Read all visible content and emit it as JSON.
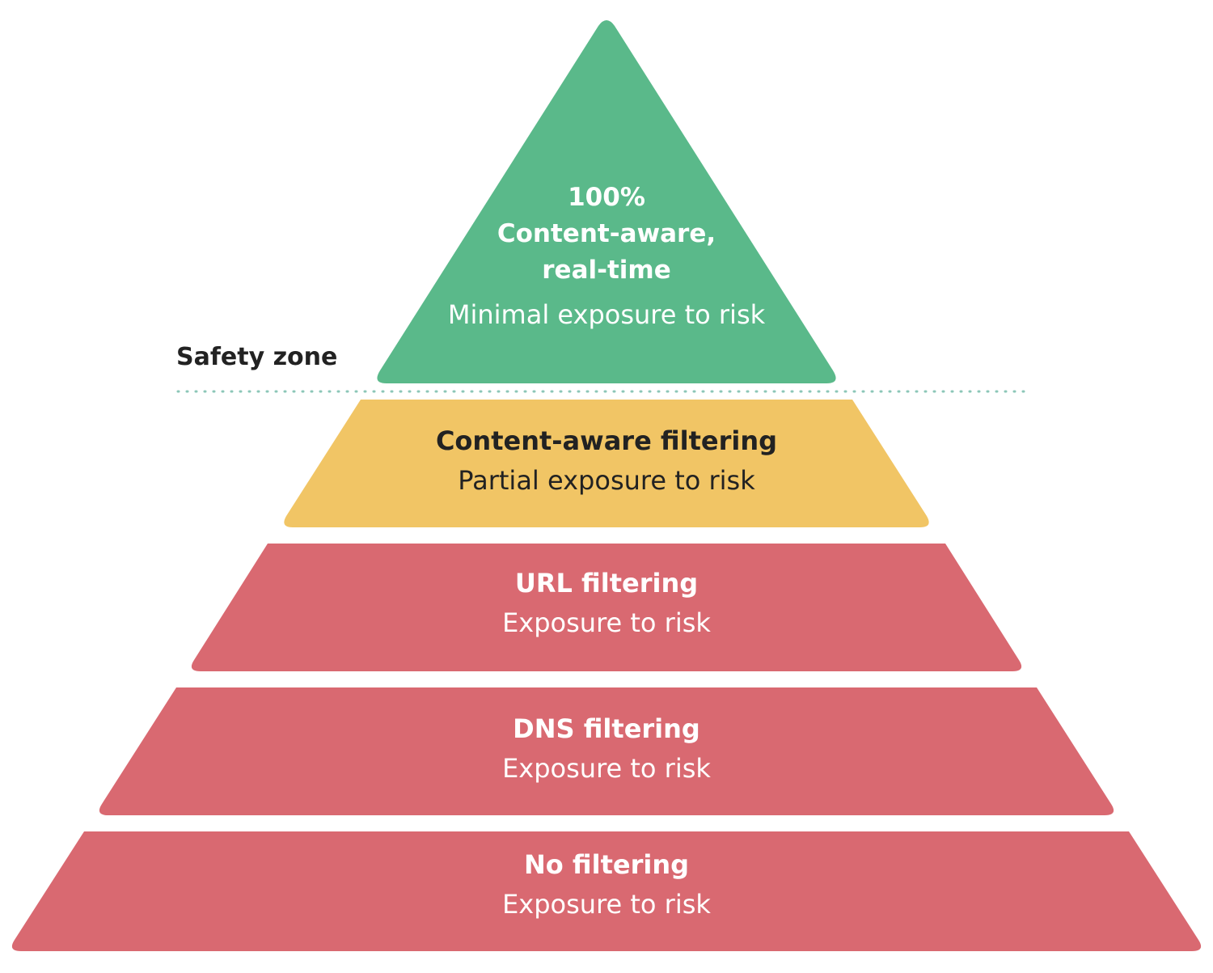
{
  "colors": {
    "green": "#5ab98a",
    "yellow": "#f1c565",
    "red": "#d96971",
    "divider": "#8cc7b8"
  },
  "safety_zone_label": "Safety zone",
  "tiers": [
    {
      "title": "100%\nContent-aware,\nreal-time",
      "description": "Minimal exposure to risk",
      "color": "green"
    },
    {
      "title": "Content-aware filtering",
      "description": "Partial exposure to risk",
      "color": "yellow"
    },
    {
      "title": "URL filtering",
      "description": "Exposure to risk",
      "color": "red"
    },
    {
      "title": "DNS filtering",
      "description": "Exposure to risk",
      "color": "red"
    },
    {
      "title": "No filtering",
      "description": "Exposure to risk",
      "color": "red"
    }
  ]
}
